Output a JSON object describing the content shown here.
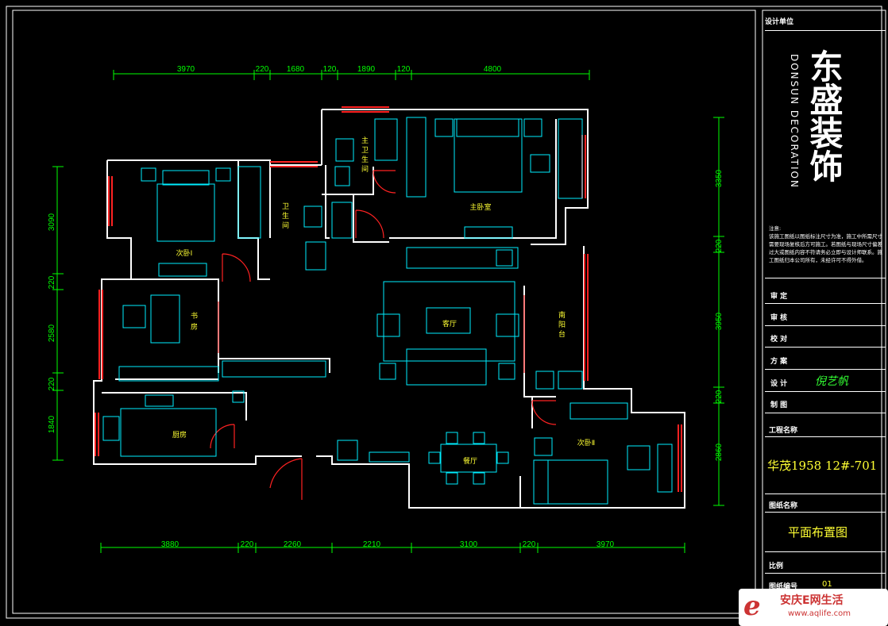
{
  "plan": {
    "dims_top": [
      "3970",
      "220",
      "1680",
      "120",
      "1890",
      "120",
      "4800"
    ],
    "dims_bottom": [
      "3880",
      "220",
      "2260",
      "2210",
      "3100",
      "220",
      "3970"
    ],
    "dims_left": [
      "3090",
      "220",
      "2580",
      "220",
      "1840"
    ],
    "dims_right": [
      "3350",
      "220",
      "3950",
      "220",
      "2860"
    ],
    "rooms": {
      "bedroom1": "次卧Ⅰ",
      "bath": "卫\n生\n间",
      "master_bath": "主\n卫\n生\n间",
      "master_bedroom": "主卧室",
      "study": "书\n房",
      "living": "客厅",
      "balcony": "南\n阳\n台",
      "kitchen": "厨房",
      "dining": "餐厅",
      "bedroom2": "次卧Ⅱ"
    }
  },
  "title_block": {
    "design_unit": "设计单位",
    "logo_cn": "东盛装饰",
    "logo_en": "DONSUN DECORATION",
    "notes_label": "注意:",
    "notes_text": "该施工图纸以图纸标注尺寸为准，施工中所需尺寸需要现场复核后方可施工。若图纸与现场尺寸偏差过大或图纸内容不符请务必立即与设计师联系。施工图纸归本公司所有，未经许可不得外借。",
    "rows": [
      "审  定",
      "审  核",
      "校  对",
      "方  案",
      "设  计",
      "制  图"
    ],
    "designer_signature": "倪艺帆",
    "project_label": "工程名称",
    "project_name": "华茂1958  12#-701",
    "drawing_label": "图纸名称",
    "drawing_name": "平面布置图",
    "scale_label": "比例",
    "number_label": "图纸编号",
    "number": "01"
  },
  "watermark": {
    "logo": "e",
    "name": "安庆E网生活",
    "url": "www.aqlife.com"
  },
  "colors": {
    "wall": "#ffffff",
    "furniture": "#00e5ff",
    "dimension": "#00ff00",
    "label": "#ffff33",
    "window": "#ff2222",
    "door": "#ff2222"
  }
}
